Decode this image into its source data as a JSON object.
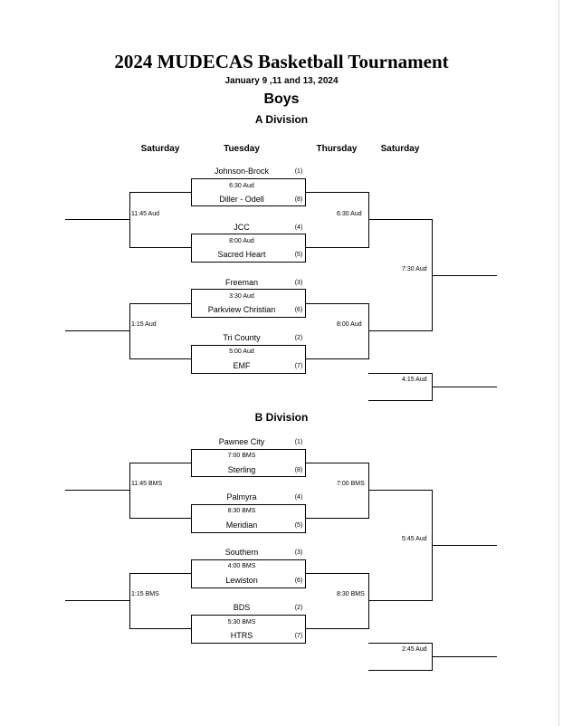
{
  "header": {
    "title": "2024 MUDECAS Basketball Tournament",
    "dates": "January 9 ,11 and 13, 2024",
    "gender": "Boys"
  },
  "days": {
    "saturday_first": "Saturday",
    "tuesday": "Tuesday",
    "thursday": "Thursday",
    "saturday_final": "Saturday"
  },
  "divisions": [
    {
      "name": "A Division",
      "games": [
        {
          "time": "6:30 Aud",
          "top": {
            "team": "Johnson-Brock",
            "seed": "(1)"
          },
          "bottom": {
            "team": "Diller - Odell",
            "seed": "(8)"
          }
        },
        {
          "time": "8:00 Aud",
          "top": {
            "team": "JCC",
            "seed": "(4)"
          },
          "bottom": {
            "team": "Sacred Heart",
            "seed": "(5)"
          }
        },
        {
          "time": "3:30 Aud",
          "top": {
            "team": "Freeman",
            "seed": "(3)"
          },
          "bottom": {
            "team": "Parkview Christian",
            "seed": "(6)"
          }
        },
        {
          "time": "5:00 Aud",
          "top": {
            "team": "Tri County",
            "seed": "(2)"
          },
          "bottom": {
            "team": "EMF",
            "seed": "(7)"
          }
        }
      ],
      "consolation_times": [
        "11:45 Aud",
        "1:15 Aud"
      ],
      "semifinal_times": [
        "6:30 Aud",
        "8:00 Aud"
      ],
      "final_time": "7:30 Aud",
      "third_place_time": "4:15 Aud"
    },
    {
      "name": "B Division",
      "games": [
        {
          "time": "7:00 BMS",
          "top": {
            "team": "Pawnee City",
            "seed": "(1)"
          },
          "bottom": {
            "team": "Sterling",
            "seed": "(8)"
          }
        },
        {
          "time": "8:30 BMS",
          "top": {
            "team": "Palmyra",
            "seed": "(4)"
          },
          "bottom": {
            "team": "Meridian",
            "seed": "(5)"
          }
        },
        {
          "time": "4:00 BMS",
          "top": {
            "team": "Southern",
            "seed": "(3)"
          },
          "bottom": {
            "team": "Lewiston",
            "seed": "(6)"
          }
        },
        {
          "time": "5:30 BMS",
          "top": {
            "team": "BDS",
            "seed": "(2)"
          },
          "bottom": {
            "team": "HTRS",
            "seed": "(7)"
          }
        }
      ],
      "consolation_times": [
        "11:45 BMS",
        "1:15 BMS"
      ],
      "semifinal_times": [
        "7:00 BMS",
        "8:30 BMS"
      ],
      "final_time": "5:45 Aud",
      "third_place_time": "2:45 Aud"
    }
  ]
}
